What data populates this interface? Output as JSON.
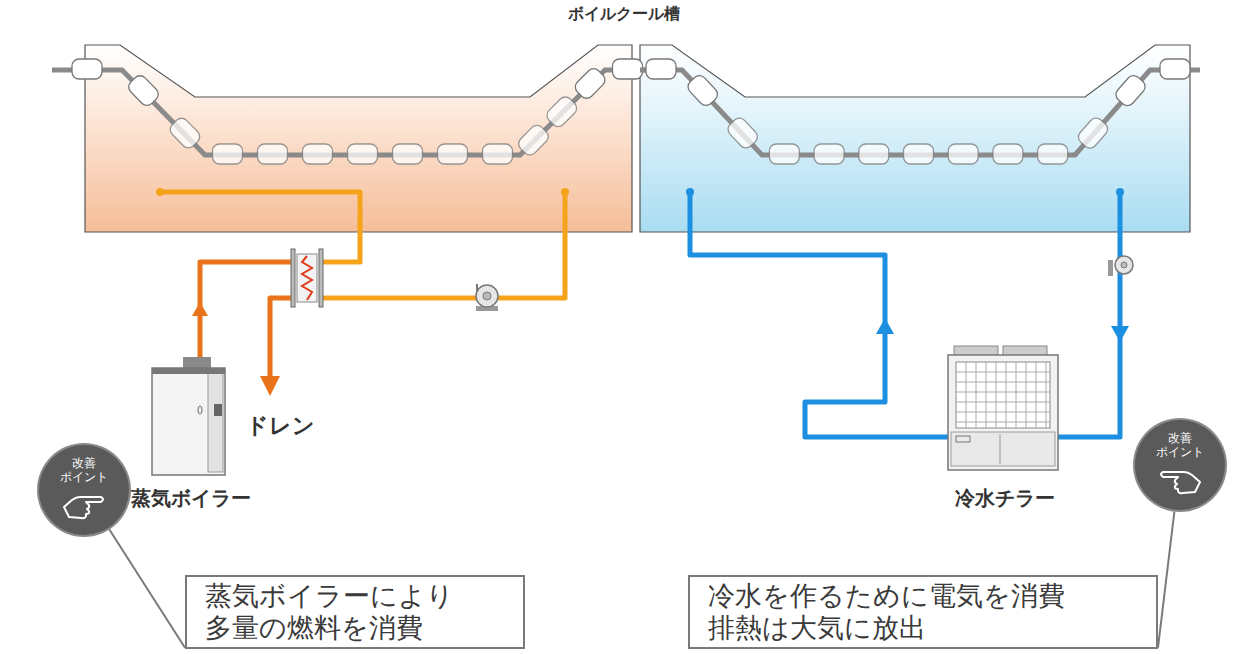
{
  "diagram": {
    "title": "ボイルクール槽",
    "nodes": [
      {
        "text": [
          "蒸気ボイラー"
        ]
      },
      {
        "text": [
          "冷水チラー"
        ]
      },
      {
        "text": [
          "改善 ポイント"
        ]
      },
      {
        "text": [
          "蒸気ボイラーにより 多量の燃料を消費"
        ]
      },
      {
        "text": [
          "改善 ポイント"
        ]
      },
      {
        "text": [
          "冷水を作るために電気を消費 排熱は大気に放出"
        ]
      }
    ],
    "edges": [
      {
        "from": 2,
        "to": 3,
        "arrow": "none"
      },
      {
        "from": 4,
        "to": 5,
        "arrow": "none"
      }
    ],
    "labels": [
      "ドレン"
    ]
  }
}
